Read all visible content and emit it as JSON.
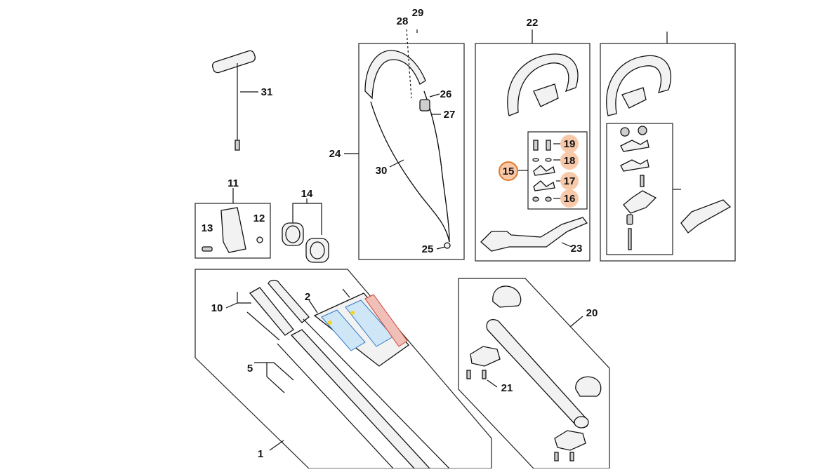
{
  "diagram": {
    "callouts": [
      {
        "id": "c1",
        "label": "1"
      },
      {
        "id": "c2",
        "label": "2"
      },
      {
        "id": "c5",
        "label": "5"
      },
      {
        "id": "c10",
        "label": "10"
      },
      {
        "id": "c11",
        "label": "11"
      },
      {
        "id": "c12",
        "label": "12"
      },
      {
        "id": "c13",
        "label": "13"
      },
      {
        "id": "c14",
        "label": "14"
      },
      {
        "id": "c15",
        "label": "15"
      },
      {
        "id": "c16",
        "label": "16"
      },
      {
        "id": "c17",
        "label": "17"
      },
      {
        "id": "c18",
        "label": "18"
      },
      {
        "id": "c19",
        "label": "19"
      },
      {
        "id": "c20",
        "label": "20"
      },
      {
        "id": "c21",
        "label": "21"
      },
      {
        "id": "c22",
        "label": "22"
      },
      {
        "id": "c23",
        "label": "23"
      },
      {
        "id": "c24",
        "label": "24"
      },
      {
        "id": "c25",
        "label": "25"
      },
      {
        "id": "c26",
        "label": "26"
      },
      {
        "id": "c27",
        "label": "27"
      },
      {
        "id": "c28",
        "label": "28"
      },
      {
        "id": "c29",
        "label": "29"
      },
      {
        "id": "c30",
        "label": "30"
      },
      {
        "id": "c31",
        "label": "31"
      }
    ],
    "highlighted": [
      "15",
      "16",
      "17",
      "18",
      "19"
    ],
    "highlight_color": "#f8c9a8",
    "highlight_ring_color": "#e07b2f"
  }
}
